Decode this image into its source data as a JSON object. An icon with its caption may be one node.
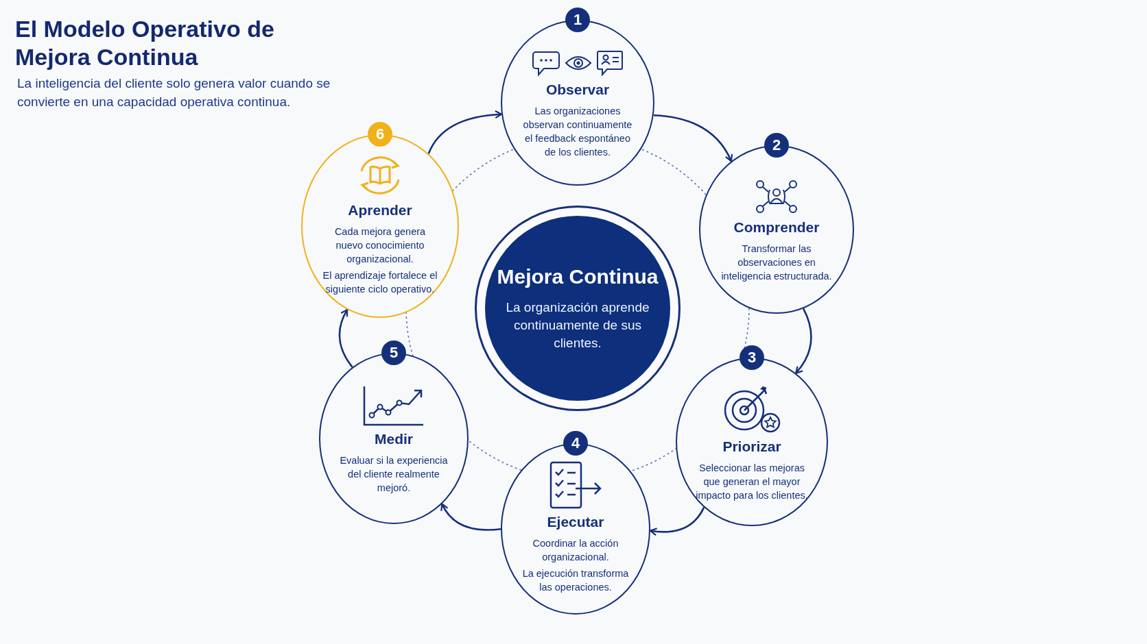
{
  "diagram": {
    "title": "El Modelo Operativo de Mejora Continua",
    "nodes": [
      {
        "text": [
          "1",
          "Observar",
          "Las organizaciones observan continuamente el feedback espontáneo de los clientes."
        ]
      },
      {
        "text": [
          "2",
          "Comprender",
          "Transformar las observaciones en inteligencia estructurada."
        ]
      },
      {
        "text": [
          "3",
          "Priorizar",
          "Seleccionar las mejoras que generan el mayor impacto para los clientes."
        ]
      },
      {
        "text": [
          "4",
          "Ejecutar",
          "Coordinar la acción organizacional.",
          "La ejecución transforma las operaciones."
        ]
      },
      {
        "text": [
          "5",
          "Medir",
          "Evaluar si la experiencia del cliente realmente mejoró."
        ]
      },
      {
        "text": [
          "6",
          "Aprender",
          "Cada mejora genera nuevo conocimiento organizacional.",
          "El aprendizaje fortalece el siguiente ciclo operativo."
        ]
      },
      {
        "text": [
          "Mejora Continua",
          "La organización aprende continuamente de sus clientes."
        ]
      }
    ],
    "edges": [
      {
        "from": 0,
        "to": 1,
        "arrow": "to"
      },
      {
        "from": 1,
        "to": 2,
        "arrow": "to"
      },
      {
        "from": 2,
        "to": 3,
        "arrow": "to"
      },
      {
        "from": 3,
        "to": 4,
        "arrow": "to"
      },
      {
        "from": 4,
        "to": 5,
        "arrow": "to"
      },
      {
        "from": 5,
        "to": 0,
        "arrow": "to"
      }
    ],
    "labels": [
      "La inteligencia del cliente solo genera valor cuando se convierte en una capacidad operativa continua."
    ]
  }
}
